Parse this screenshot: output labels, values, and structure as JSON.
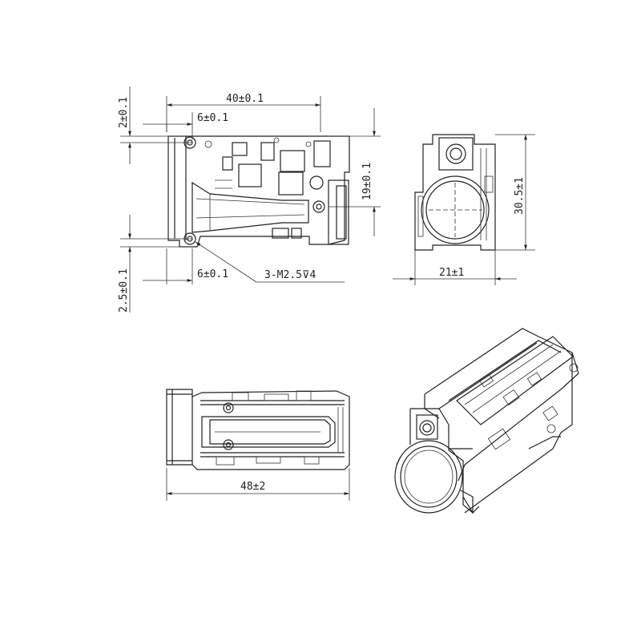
{
  "drawing": {
    "dimensions": {
      "top_width": "40±0.1",
      "top_margin": "2±0.1",
      "top_hole_offset": "6±0.1",
      "side_height": "19±0.1",
      "bottom_margin": "2.5±0.1",
      "bottom_hole_offset": "6±0.1",
      "hole_spec": "3-M2.5⊽4",
      "end_height": "30.5±1",
      "end_width": "21±1",
      "side_length": "48±2"
    },
    "views": [
      "top-view",
      "end-view",
      "side-view",
      "isometric-view"
    ]
  }
}
